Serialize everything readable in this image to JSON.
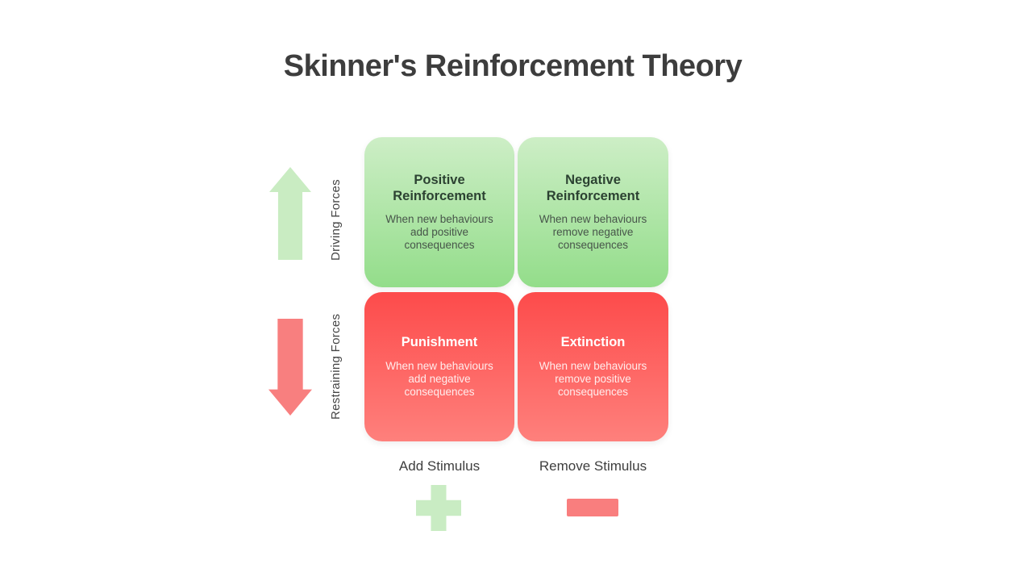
{
  "page": {
    "title": "Skinner's Reinforcement Theory"
  },
  "axes": {
    "y_positive_label": "Driving Forces",
    "y_negative_label": "Restraining Forces",
    "x_add_label": "Add Stimulus",
    "x_remove_label": "Remove Stimulus"
  },
  "quadrants": [
    {
      "id": "positive-reinforcement",
      "title": "Positive Reinforcement",
      "description": "When new behaviours add positive consequences",
      "tone": "green"
    },
    {
      "id": "negative-reinforcement",
      "title": "Negative Reinforcement",
      "description": "When new behaviours remove negative consequences",
      "tone": "green"
    },
    {
      "id": "punishment",
      "title": "Punishment",
      "description": "When new behaviours add negative consequences",
      "tone": "red"
    },
    {
      "id": "extinction",
      "title": "Extinction",
      "description": "When new behaviours remove positive consequences",
      "tone": "red"
    }
  ],
  "icons": {
    "up_arrow": "up-arrow",
    "down_arrow": "down-arrow",
    "plus": "plus-icon",
    "minus": "minus-icon"
  },
  "colors": {
    "title_text": "#3d3d3d",
    "axis_label_text": "#454545",
    "green_gradient_top": "#cdeec6",
    "green_gradient_bottom": "#93dd8a",
    "red_gradient_top": "#fd4b4b",
    "red_gradient_bottom": "#fe807c",
    "green_card_title": "#2c4232",
    "green_card_body": "#47554a",
    "red_card_text": "#ffffff",
    "up_arrow": "#c9ecc2",
    "down_arrow": "#f87f7f",
    "plus_icon": "#c9ecc3",
    "minus_icon": "#f97e7e"
  }
}
